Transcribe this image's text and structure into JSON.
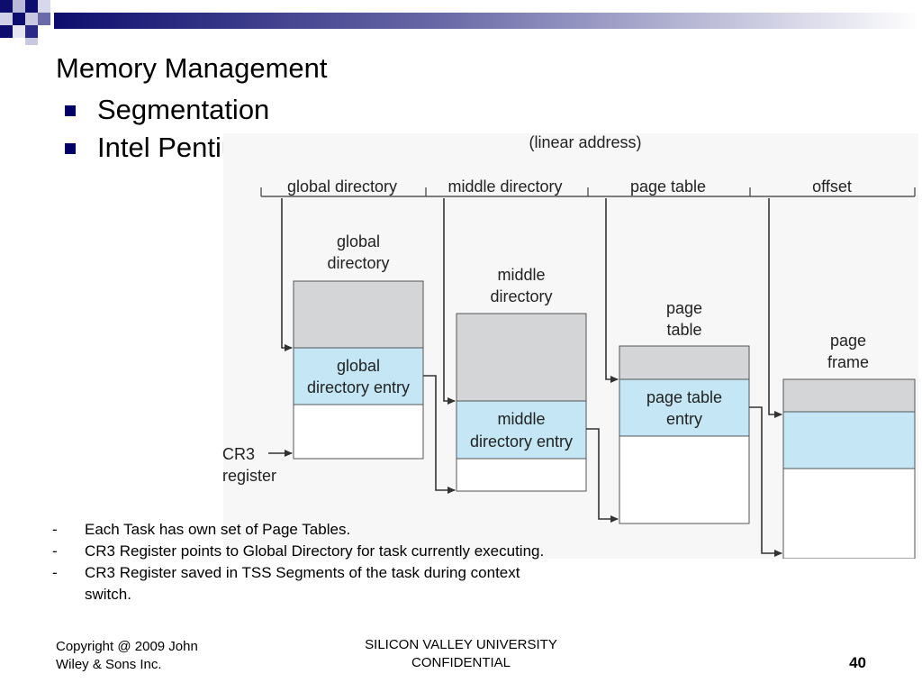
{
  "slide": {
    "title": "Memory Management",
    "bullets": [
      "Segmentation",
      "Intel Pentium Linux"
    ]
  },
  "diagram": {
    "linear_address_label": "(linear address)",
    "fields": [
      "global directory",
      "middle directory",
      "page table",
      "offset"
    ],
    "tables": [
      {
        "title_line1": "global",
        "title_line2": "directory",
        "entry_line1": "global",
        "entry_line2": "directory entry"
      },
      {
        "title_line1": "middle",
        "title_line2": "directory",
        "entry_line1": "middle",
        "entry_line2": "directory entry"
      },
      {
        "title_line1": "page",
        "title_line2": "table",
        "entry_line1": "page table",
        "entry_line2": "entry"
      },
      {
        "title_line1": "page",
        "title_line2": "frame"
      }
    ],
    "cr3_line1": "CR3",
    "cr3_line2": "register",
    "colors": {
      "gray": "#d3d5d6",
      "entry": "#c4e6f5",
      "line": "#555555",
      "header_gradient_start": "#0d0d6e",
      "header_gradient_end": "#ffffff"
    }
  },
  "notes": [
    {
      "marker": "-",
      "text": "Each Task has own set of Page Tables."
    },
    {
      "marker": "-",
      "text": "CR3 Register points to Global Directory for task currently executing."
    },
    {
      "marker": "-",
      "text": "CR3 Register saved in TSS Segments of the task during context switch."
    }
  ],
  "footer": {
    "copyright_line1": "Copyright @ 2009 John",
    "copyright_line2": "Wiley & Sons Inc.",
    "confidential_line1": "SILICON VALLEY UNIVERSITY",
    "confidential_line2": "CONFIDENTIAL",
    "page_number": "40"
  }
}
